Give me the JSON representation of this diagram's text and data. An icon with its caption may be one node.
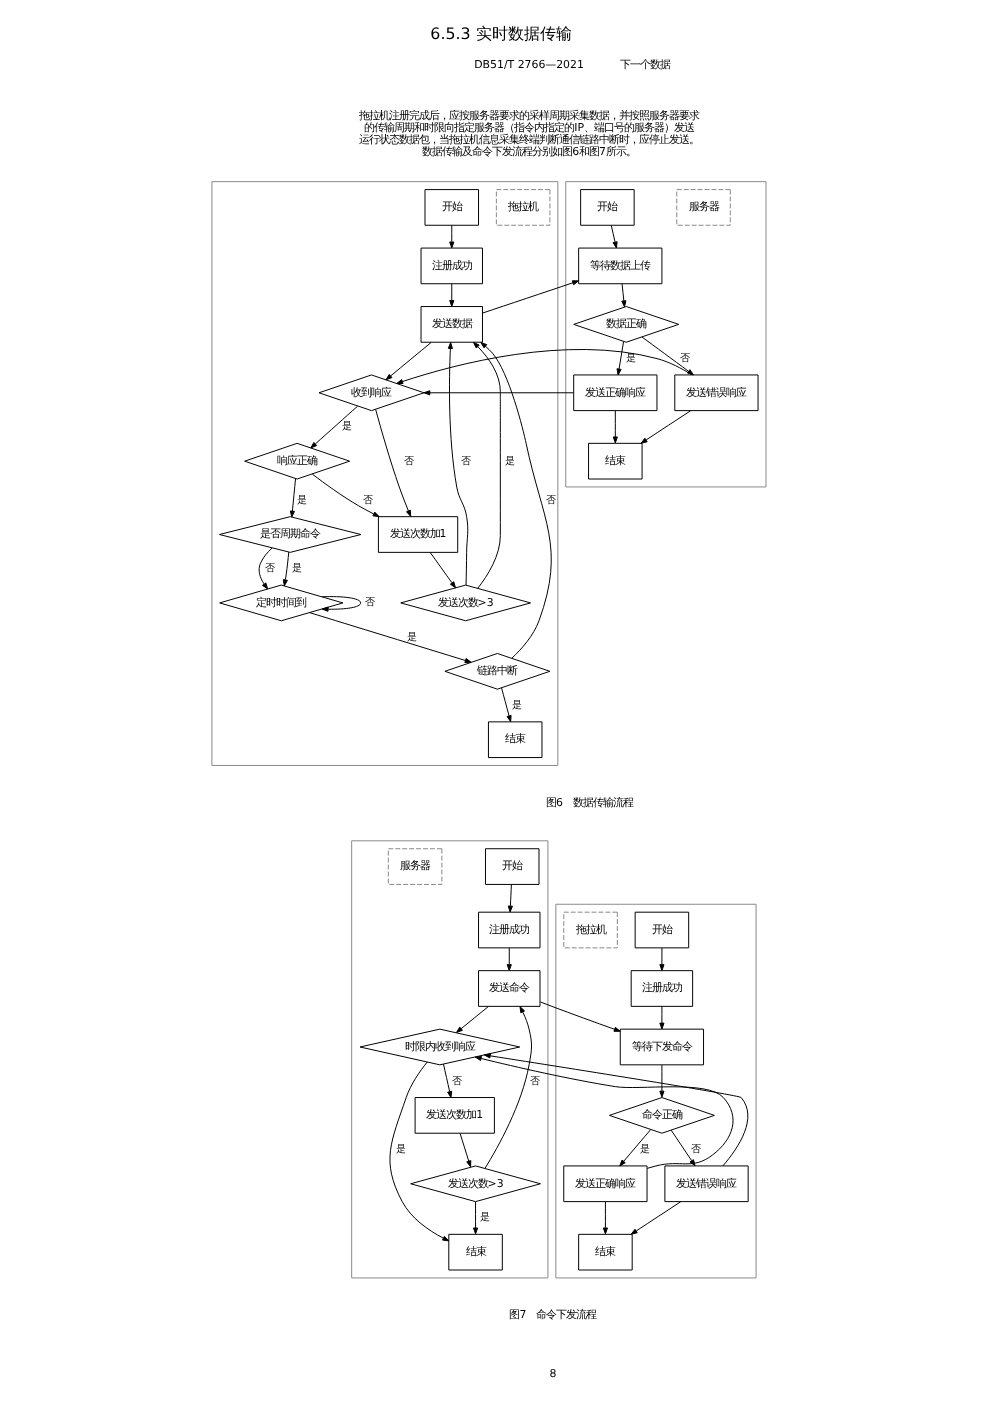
{
  "diagram": {
    "title": "6.5.3 实时数据传输",
    "nodes": [
      {
        "text": [],
        "shape": "box"
      },
      {
        "text": [
          "拖拉机"
        ],
        "in": 0
      },
      {
        "text": [
          "开始"
        ],
        "in": 0
      },
      {
        "text": [
          "注册成功"
        ],
        "in": 0
      },
      {
        "text": [
          "发送数据"
        ],
        "in": 0
      },
      {
        "text": [
          "发送次数>3"
        ],
        "in": 0
      },
      {
        "text": [
          "收到响应"
        ],
        "in": 0
      },
      {
        "text": [
          "发送次数加1"
        ],
        "in": 0
      },
      {
        "text": [
          "响应正确"
        ],
        "in": 0
      },
      {
        "text": [
          "是否周期命令"
        ],
        "in": 0
      },
      {
        "text": [
          "链路中断"
        ],
        "in": 0
      },
      {
        "text": [
          "定时时间到"
        ],
        "in": 0
      },
      {
        "text": [
          "结束"
        ],
        "in": 0
      },
      {
        "text": [],
        "shape": "box"
      },
      {
        "text": [
          "服务器"
        ],
        "in": 13
      },
      {
        "text": [
          "开始"
        ],
        "in": 13
      },
      {
        "text": [
          "等待数据上传"
        ],
        "in": 13
      },
      {
        "text": [
          "数据正确"
        ],
        "in": 13
      },
      {
        "text": [
          "发送正确响应"
        ],
        "in": 13
      },
      {
        "text": [
          "发送错误响应"
        ],
        "in": 13
      },
      {
        "text": [
          "结束"
        ],
        "in": 13
      },
      {
        "text": [],
        "shape": "box"
      },
      {
        "text": [
          "开始"
        ],
        "in": 21
      },
      {
        "text": [
          "拖拉机"
        ],
        "in": 21
      },
      {
        "text": [
          "注册成功"
        ],
        "in": 21
      },
      {
        "text": [
          "等待下发命令"
        ],
        "in": 21
      },
      {
        "text": [
          "命令正确"
        ],
        "in": 21
      },
      {
        "text": [
          "发送正确响应"
        ],
        "in": 21
      },
      {
        "text": [
          "发送错误响应"
        ],
        "in": 21
      },
      {
        "text": [
          "结束"
        ],
        "in": 21
      },
      {
        "text": [],
        "shape": "box"
      },
      {
        "text": [
          "开始"
        ],
        "in": 30
      },
      {
        "text": [
          "服务器"
        ],
        "in": 30
      },
      {
        "text": [
          "注册成功"
        ],
        "in": 30
      },
      {
        "text": [
          "发送命令"
        ],
        "in": 30
      },
      {
        "text": [
          "时限内收到响应"
        ],
        "in": 30
      },
      {
        "text": [
          "发送次数加1"
        ],
        "in": 30
      },
      {
        "text": [
          "发送次数>3"
        ],
        "in": 30
      },
      {
        "text": [
          "结束"
        ],
        "in": 30
      }
    ],
    "edges": [
      {
        "from": 2,
        "to": 3,
        "arrow": "to"
      },
      {
        "from": 3,
        "to": 4,
        "arrow": "to"
      },
      {
        "from": 4,
        "to": 6,
        "arrow": "to"
      },
      {
        "from": 4,
        "to": 16,
        "arrow": "to"
      },
      {
        "from": 6,
        "to": 8,
        "arrow": "to",
        "label": "是"
      },
      {
        "from": 6,
        "to": 7,
        "arrow": "to",
        "label": "否"
      },
      {
        "from": 8,
        "to": 7,
        "arrow": "to",
        "label": "否"
      },
      {
        "from": 7,
        "to": 5,
        "arrow": "to"
      },
      {
        "from": 5,
        "to": 4,
        "arrow": "to",
        "label": "否"
      },
      {
        "from": 5,
        "to": 4,
        "arrow": "to",
        "label": "是"
      },
      {
        "from": 8,
        "to": 9,
        "arrow": "to",
        "label": "是"
      },
      {
        "from": 9,
        "to": 11,
        "arrow": "to",
        "label": "是"
      },
      {
        "from": 9,
        "to": 11,
        "arrow": "to",
        "label": "否"
      },
      {
        "from": 11,
        "to": 11,
        "arrow": "to",
        "label": "否"
      },
      {
        "from": 11,
        "to": 10,
        "arrow": "to",
        "label": "是"
      },
      {
        "from": 10,
        "to": 4,
        "arrow": "to",
        "label": "否"
      },
      {
        "from": 10,
        "to": 12,
        "arrow": "to",
        "label": "是"
      },
      {
        "from": 15,
        "to": 16,
        "arrow": "to"
      },
      {
        "from": 16,
        "to": 17,
        "arrow": "to"
      },
      {
        "from": 17,
        "to": 18,
        "arrow": "to",
        "label": "是"
      },
      {
        "from": 17,
        "to": 19,
        "arrow": "to",
        "label": "否"
      },
      {
        "from": 18,
        "to": 6,
        "arrow": "to"
      },
      {
        "from": 19,
        "to": 6,
        "arrow": "to"
      },
      {
        "from": 18,
        "to": 20,
        "arrow": "to"
      },
      {
        "from": 19,
        "to": 20,
        "arrow": "to"
      },
      {
        "from": 22,
        "to": 24,
        "arrow": "to"
      },
      {
        "from": 24,
        "to": 25,
        "arrow": "to"
      },
      {
        "from": 25,
        "to": 26,
        "arrow": "to"
      },
      {
        "from": 26,
        "to": 27,
        "arrow": "to",
        "label": "是"
      },
      {
        "from": 26,
        "to": 28,
        "arrow": "to",
        "label": "否"
      },
      {
        "from": 27,
        "to": 29,
        "arrow": "to"
      },
      {
        "from": 28,
        "to": 29,
        "arrow": "to"
      },
      {
        "from": 27,
        "to": 35,
        "arrow": "to"
      },
      {
        "from": 28,
        "to": 35,
        "arrow": "to"
      },
      {
        "from": 31,
        "to": 33,
        "arrow": "to"
      },
      {
        "from": 33,
        "to": 34,
        "arrow": "to"
      },
      {
        "from": 34,
        "to": 25,
        "arrow": "to"
      },
      {
        "from": 34,
        "to": 35,
        "arrow": "to"
      },
      {
        "from": 35,
        "to": 36,
        "arrow": "to",
        "label": "否"
      },
      {
        "from": 36,
        "to": 37,
        "arrow": "to"
      },
      {
        "from": 37,
        "to": 34,
        "arrow": "to",
        "label": "否"
      },
      {
        "from": 37,
        "to": 38,
        "arrow": "to",
        "label": "是"
      },
      {
        "from": 35,
        "to": 38,
        "arrow": "to",
        "label": "是"
      }
    ],
    "labels": [
      "DB51/T 2766—2021",
      "拖拉机注册完成后，应按服务器要求的采样周期采集数据，并按照服务器要求的传输周期和时限向指定服务器（指令内指定的IP、端口号的服务器）发送运行状态数据包，当拖拉机信息采集终端判断通信链路中断时，应停止发送。数据传输及命令下发流程分别如图6和图7所示。",
      "下一个数据",
      "图6　数据传输流程",
      "图7　命令下发流程",
      "8"
    ]
  }
}
